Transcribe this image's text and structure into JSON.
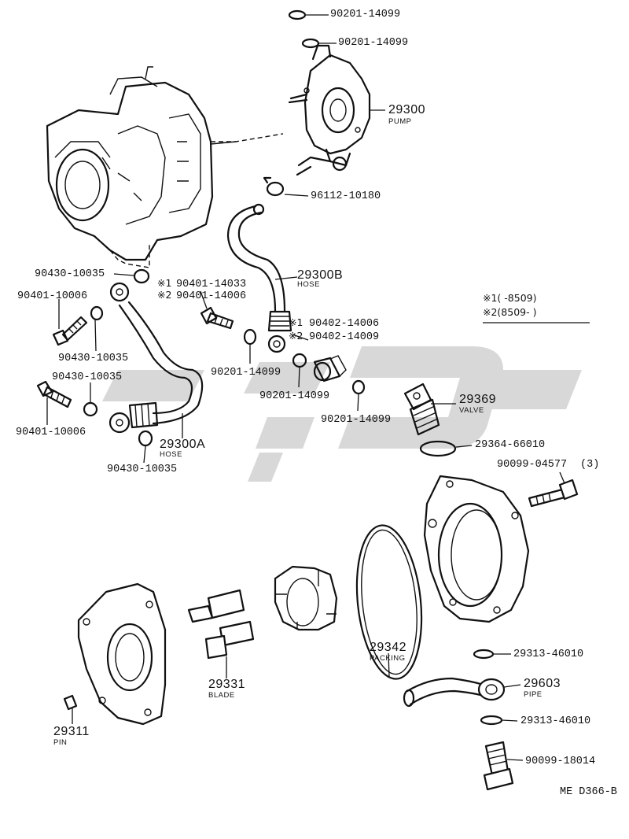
{
  "diagram": {
    "code": "ME D366-B",
    "note_marks": {
      "mark1": "※1",
      "mark2": "※2",
      "range1": "※1(      -8509)",
      "range2": "※2(8509-      )"
    },
    "labels": {
      "washer_top1": "90201-14099",
      "washer_top2": "90201-14099",
      "pump_no": "29300",
      "pump_name": "PUMP",
      "clamp": "96112-10180",
      "hose_b_no": "29300B",
      "hose_b_name": "HOSE",
      "gasket_left_top": "90430-10035",
      "bolt_left_top": "90401-10006",
      "gasket_left_mid": "90430-10035",
      "gasket_left_mid2": "90430-10035",
      "bolt_left_bottom": "90401-10006",
      "hose_a_no": "29300A",
      "hose_a_name": "HOSE",
      "gasket_left_bottom": "90430-10035",
      "bolt_center_1": "90401-14033",
      "bolt_center_2": "90401-14006",
      "washer_center": "90201-14099",
      "union_1": "90402-14006",
      "union_2": "90402-14009",
      "washer_center2": "90201-14099",
      "washer_right": "90201-14099",
      "valve_no": "29369",
      "valve_name": "VALVE",
      "gasket_valve": "29364-66010",
      "bolt_housing": "90099-04577",
      "bolt_housing_qty": "(3)",
      "packing_no": "29342",
      "packing_name": "PACKING",
      "blade_no": "29331",
      "blade_name": "BLADE",
      "pin_no": "29311",
      "pin_name": "PIN",
      "gasket_pipe_top": "29313-46010",
      "pipe_no": "29603",
      "pipe_name": "PIPE",
      "gasket_pipe_bottom": "29313-46010",
      "union_bolt": "90099-18014"
    }
  }
}
